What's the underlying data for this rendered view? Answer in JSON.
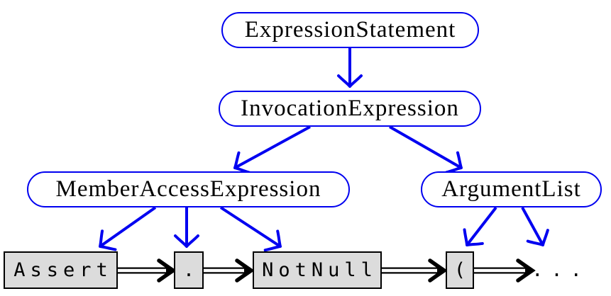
{
  "colors": {
    "edge": "#0000f0",
    "node_border": "#0000f0",
    "node_fill": "#ffffff",
    "token_fill": "#dcdcdc",
    "token_border": "#000000",
    "text": "#000000"
  },
  "ast": {
    "nodes": [
      {
        "id": "expression-statement",
        "label": "ExpressionStatement"
      },
      {
        "id": "invocation-expression",
        "label": "InvocationExpression"
      },
      {
        "id": "member-access-expression",
        "label": "MemberAccessExpression"
      },
      {
        "id": "argument-list",
        "label": "ArgumentList"
      }
    ],
    "edges": [
      {
        "from": "ExpressionStatement",
        "to": "InvocationExpression"
      },
      {
        "from": "InvocationExpression",
        "to": "MemberAccessExpression"
      },
      {
        "from": "InvocationExpression",
        "to": "ArgumentList"
      },
      {
        "from": "MemberAccessExpression",
        "to": "Assert"
      },
      {
        "from": "MemberAccessExpression",
        "to": "."
      },
      {
        "from": "MemberAccessExpression",
        "to": "NotNull"
      },
      {
        "from": "ArgumentList",
        "to": "("
      },
      {
        "from": "ArgumentList",
        "to": "..."
      }
    ]
  },
  "tokens": {
    "items": [
      {
        "id": "assert",
        "label": "Assert"
      },
      {
        "id": "dot",
        "label": "."
      },
      {
        "id": "notnull",
        "label": "NotNull"
      },
      {
        "id": "lparen",
        "label": "("
      },
      {
        "id": "ellipsis",
        "label": "..."
      }
    ],
    "stream_links": [
      {
        "from": "Assert",
        "to": "."
      },
      {
        "from": ".",
        "to": "NotNull"
      },
      {
        "from": "NotNull",
        "to": "("
      },
      {
        "from": "(",
        "to": "..."
      }
    ]
  }
}
